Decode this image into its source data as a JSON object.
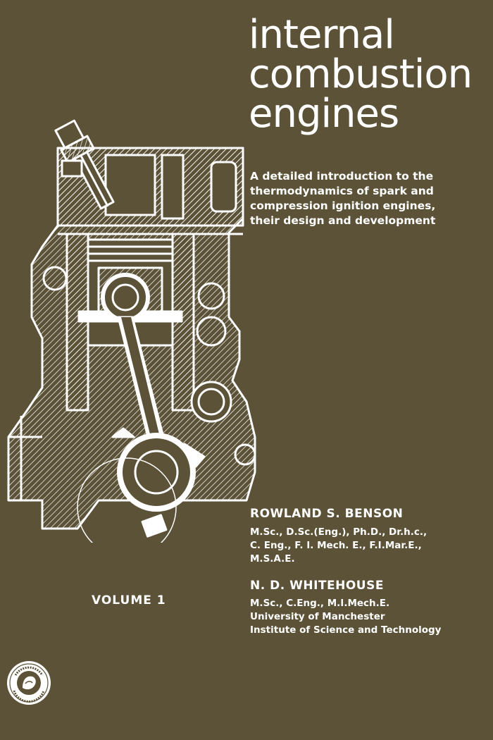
{
  "title": {
    "line1": "internal",
    "line2": "combustion",
    "line3": "engines"
  },
  "subtitle": {
    "line1": "A detailed introduction to the",
    "line2": "thermodynamics of spark and",
    "line3": "compression ignition engines,",
    "line4": "their design and development"
  },
  "authors": [
    {
      "name": "ROWLAND S. BENSON",
      "credentials": [
        "M.Sc., D.Sc.(Eng.), Ph.D., Dr.h.c.,",
        "C. Eng., F. I. Mech. E., F.I.Mar.E.,",
        "M.S.A.E."
      ]
    },
    {
      "name": "N. D. WHITEHOUSE",
      "credentials": [
        "M.Sc., C.Eng., M.I.Mech.E.",
        "University of Manchester",
        "Institute of Science and Technology"
      ]
    }
  ],
  "volume": "VOLUME 1",
  "colors": {
    "background": "#5b5237",
    "foreground": "#ffffff"
  },
  "logo_icon": "pergamon-international-library-logo"
}
